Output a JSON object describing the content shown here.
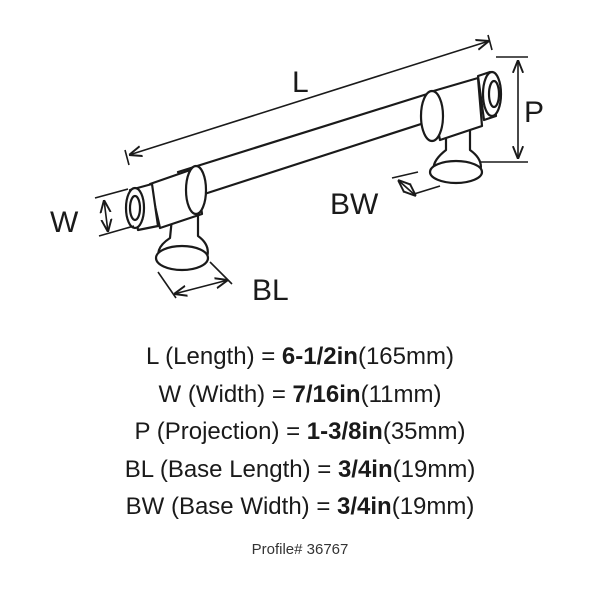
{
  "diagram": {
    "labels": {
      "L": "L",
      "W": "W",
      "P": "P",
      "BL": "BL",
      "BW": "BW"
    }
  },
  "specs": [
    {
      "key": "L",
      "desc": " (Length) = ",
      "imperial": "6-1/2in",
      "metric": "(165mm)"
    },
    {
      "key": "W",
      "desc": " (Width) = ",
      "imperial": "7/16in",
      "metric": "(11mm)"
    },
    {
      "key": "P",
      "desc": " (Projection) = ",
      "imperial": "1-3/8in",
      "metric": "(35mm)"
    },
    {
      "key": "BL",
      "desc": " (Base Length) = ",
      "imperial": "3/4in",
      "metric": "(19mm)"
    },
    {
      "key": "BW",
      "desc": " (Base Width) = ",
      "imperial": "3/4in",
      "metric": "(19mm)"
    }
  ],
  "profile": "Profile# 36767",
  "colors": {
    "line": "#1a1a1a",
    "background": "#ffffff"
  }
}
